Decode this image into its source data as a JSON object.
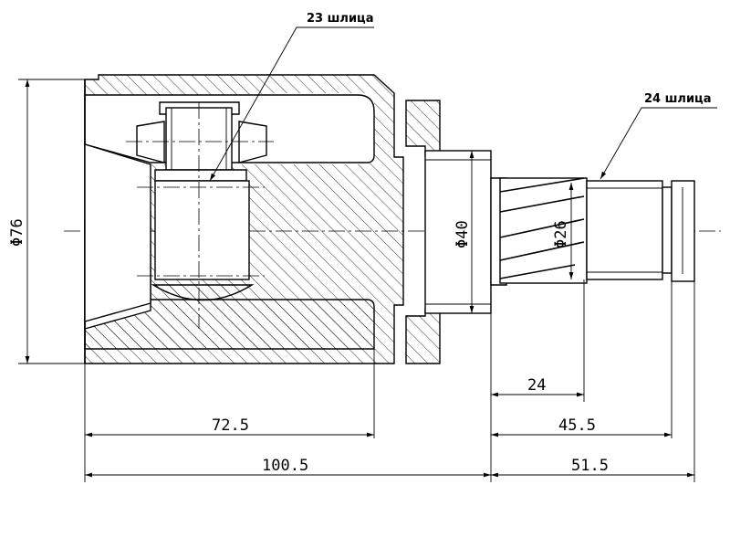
{
  "callouts": {
    "spline_inner": "23 шлица",
    "spline_outer": "24 шлица"
  },
  "diameters": {
    "outer": "Φ76",
    "shaft": "Φ40",
    "spline": "Φ26"
  },
  "dimensions": {
    "d24": "24",
    "d45_5": "45.5",
    "d51_5": "51.5",
    "d72_5": "72.5",
    "d100_5": "100.5"
  }
}
